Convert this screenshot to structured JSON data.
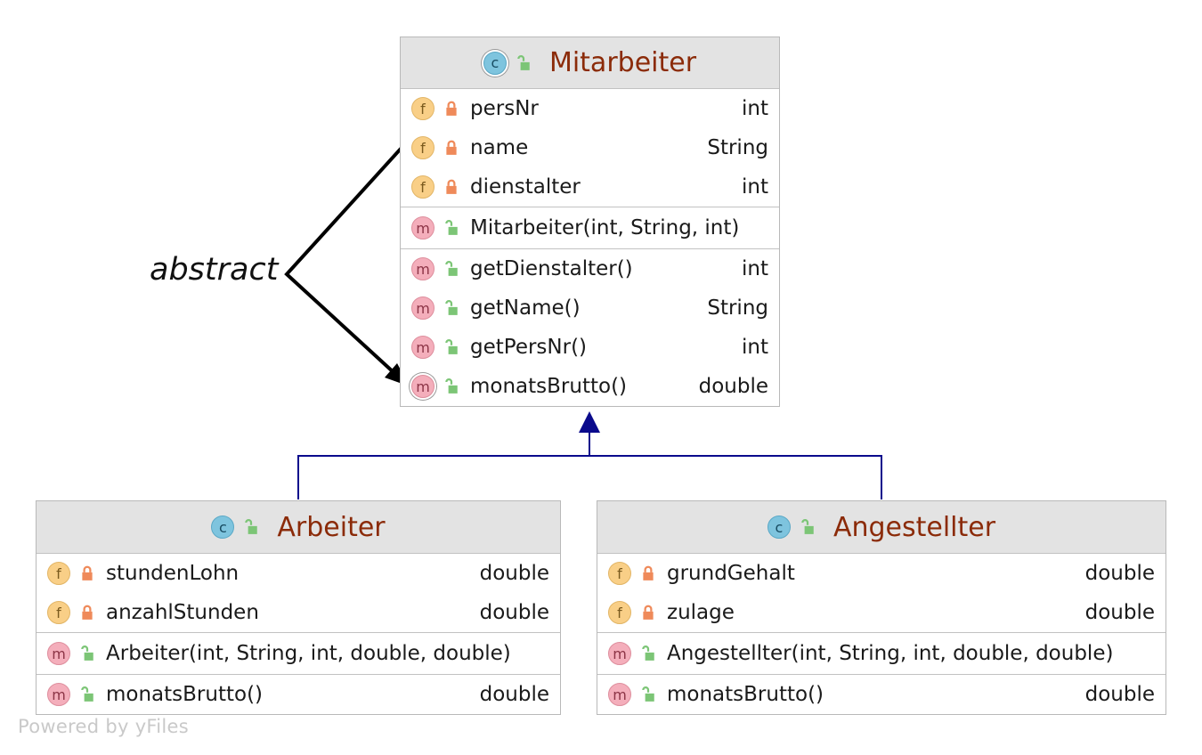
{
  "classes": {
    "mitarbeiter": {
      "name": "Mitarbeiter",
      "fields": [
        {
          "name": "persNr",
          "type": "int"
        },
        {
          "name": "name",
          "type": "String"
        },
        {
          "name": "dienstalter",
          "type": "int"
        }
      ],
      "constructors": [
        {
          "name": "Mitarbeiter(int, String, int)",
          "type": ""
        }
      ],
      "methods": [
        {
          "name": "getDienstalter()",
          "type": "int"
        },
        {
          "name": "getName()",
          "type": "String"
        },
        {
          "name": "getPersNr()",
          "type": "int"
        },
        {
          "name": "monatsBrutto()",
          "type": "double"
        }
      ]
    },
    "arbeiter": {
      "name": "Arbeiter",
      "fields": [
        {
          "name": "stundenLohn",
          "type": "double"
        },
        {
          "name": "anzahlStunden",
          "type": "double"
        }
      ],
      "constructors": [
        {
          "name": "Arbeiter(int, String, int, double, double)",
          "type": ""
        }
      ],
      "methods": [
        {
          "name": "monatsBrutto()",
          "type": "double"
        }
      ]
    },
    "angestellter": {
      "name": "Angestellter",
      "fields": [
        {
          "name": "grundGehalt",
          "type": "double"
        },
        {
          "name": "zulage",
          "type": "double"
        }
      ],
      "constructors": [
        {
          "name": "Angestellter(int, String, int, double, double)",
          "type": ""
        }
      ],
      "methods": [
        {
          "name": "monatsBrutto()",
          "type": "double"
        }
      ]
    }
  },
  "badges": {
    "class": "c",
    "field": "f",
    "method": "m"
  },
  "annotation": "abstract",
  "credit": "Powered by yFiles",
  "colors": {
    "class_name": "#8b2b09",
    "inheritance_line": "#0a0a8c",
    "field_badge": "#f9cf87",
    "method_badge": "#f4aebb",
    "class_badge": "#7ec4de",
    "private_lock": "#ef8a5a",
    "public_lock": "#7cc576"
  }
}
